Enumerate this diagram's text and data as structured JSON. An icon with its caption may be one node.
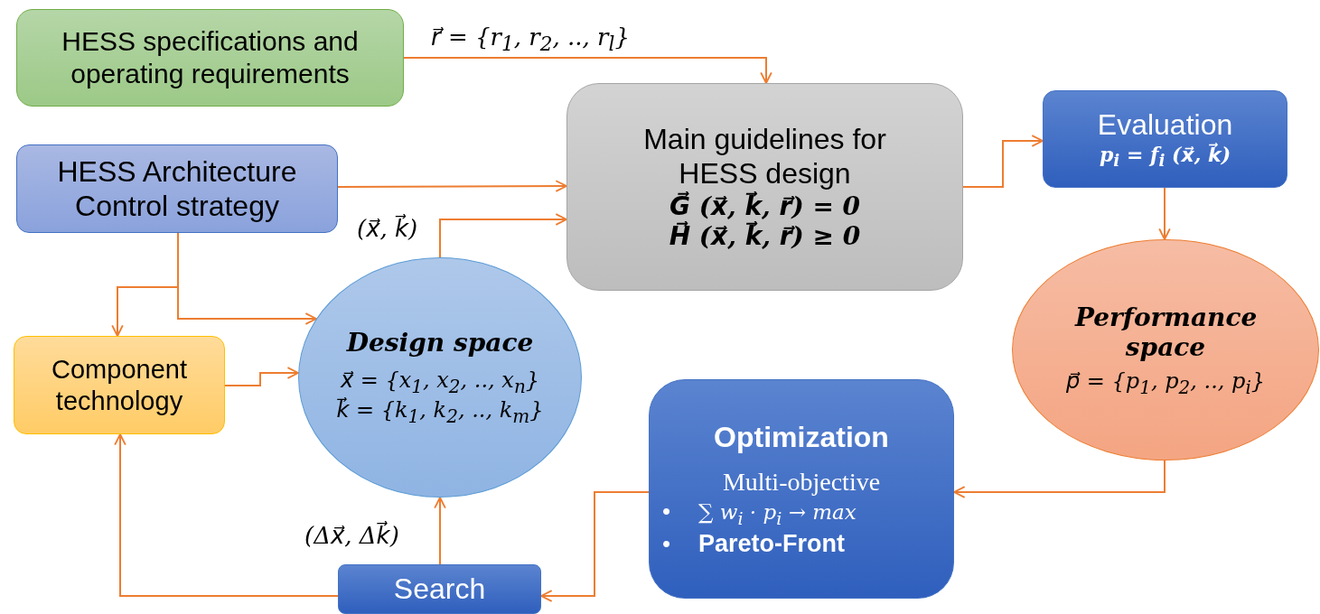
{
  "diagram": {
    "nodes": [
      {
        "text": [
          "HESS specifications and operating requirements"
        ]
      },
      {
        "text": [
          "HESS Architecture Control strategy"
        ]
      },
      {
        "text": [
          "Main guidelines for HESS design",
          "G⃗ (x⃗, k⃗, r⃗) = 0",
          "H⃗ (x⃗, k⃗, r⃗) ≥ 0"
        ]
      },
      {
        "text": [
          "Evaluation",
          "p$_{i}$ = f$_{i}$ (x⃗, k⃗)"
        ]
      },
      {
        "text": [
          "Component technology"
        ]
      },
      {
        "text": [
          "Design space",
          "x⃗ = {x$_{1}$, x$_{2}$, .., x$_{n}$}",
          "k⃗ = {k$_{1}$, k$_{2}$, .., k$_{m}$}"
        ]
      },
      {
        "text": [
          "Performance space",
          "p⃗ = {p$_{1}$, p$_{2}$, .., p$_{i}$}"
        ]
      },
      {
        "text": [
          "Optimization",
          "Multi-objective",
          "•",
          "∑ w$_{i}$ · p$_{i}$ → max",
          "•",
          "Pareto-Front"
        ]
      },
      {
        "text": [
          "Search"
        ]
      }
    ],
    "edges": [
      {
        "from": 0,
        "to": 2,
        "arrow": "to",
        "label": "r⃗ = {r$_{1}$, r$_{2}$, .., r$_{l}$}"
      },
      {
        "from": 1,
        "to": 2,
        "arrow": "to"
      },
      {
        "from": 5,
        "to": 2,
        "arrow": "to",
        "label": "(x⃗, k⃗)"
      },
      {
        "from": 1,
        "to": 4,
        "arrow": "to"
      },
      {
        "from": 1,
        "to": 5,
        "arrow": "to"
      },
      {
        "from": 4,
        "to": 5,
        "arrow": "to"
      },
      {
        "from": 2,
        "to": 3,
        "arrow": "to"
      },
      {
        "from": 3,
        "to": 6,
        "arrow": "to"
      },
      {
        "from": 6,
        "to": 7,
        "arrow": "to"
      },
      {
        "from": 7,
        "to": 8,
        "arrow": "to"
      },
      {
        "from": 8,
        "to": 5,
        "arrow": "to",
        "label": "(Δx⃗, Δk⃗)"
      },
      {
        "from": 8,
        "to": 4,
        "arrow": "to"
      }
    ]
  }
}
